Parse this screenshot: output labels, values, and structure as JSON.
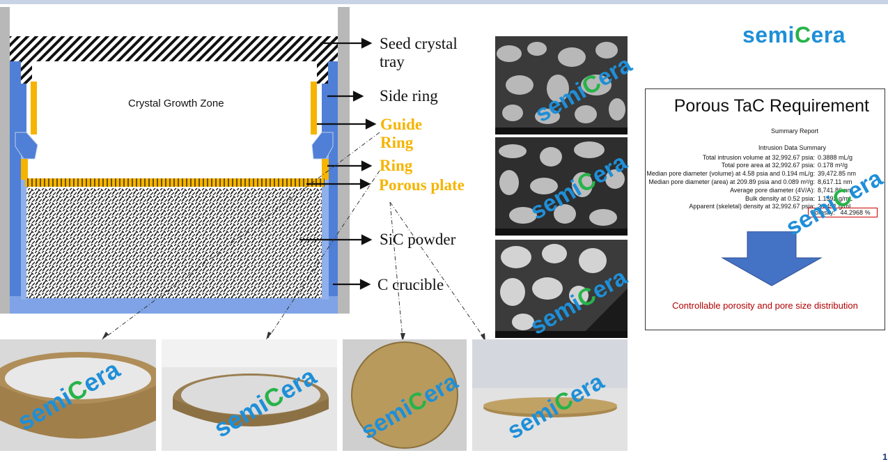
{
  "diagram": {
    "zone_label": "Crystal Growth Zone",
    "labels": [
      {
        "id": "seed",
        "text_line1": "Seed crystal",
        "text_line2": "tray"
      },
      {
        "id": "side_ring",
        "text": "Side ring"
      },
      {
        "id": "guide",
        "text_line1": "Guide",
        "text_line2": "Ring"
      },
      {
        "id": "ring",
        "text": "Ring"
      },
      {
        "id": "porous",
        "text": "Porous plate"
      },
      {
        "id": "sic",
        "text": "SiC powder"
      },
      {
        "id": "crucible",
        "text": "C crucible"
      }
    ]
  },
  "brand": {
    "logo_left": "semi",
    "logo_c": "C",
    "logo_right": "era",
    "watermark_left": "semi",
    "watermark_c": "C",
    "watermark_right": "era"
  },
  "report": {
    "title": "Porous TaC Requirement",
    "summary_report": "Summary Report",
    "section": "Intrusion Data Summary",
    "rows": [
      {
        "label": "Total intrusion volume at 32,992.67 psia:",
        "value": "0.3888 mL/g"
      },
      {
        "label": "Total pore area at 32,992.67 psia:",
        "value": "0.178 m²/g"
      },
      {
        "label": "Median pore diameter (volume) at 4.58 psia and 0.194 mL/g:",
        "value": "39,472.85 nm"
      },
      {
        "label": "Median pore diameter (area) at 209.89 psia and 0.089 m²/g:",
        "value": "8,617.11 nm"
      },
      {
        "label": "Average pore diameter (4V/A):",
        "value": "8,741.86 nm"
      },
      {
        "label": "Bulk density at 0.52 psia:",
        "value": "1.1392 g/mL"
      },
      {
        "label": "Apparent (skeletal) density at 32,992.67 psia:",
        "value": "2.0451 g/mL"
      }
    ],
    "porosity_label": "Porosity:",
    "porosity_value": "44.2968 %",
    "footer": "Controllable porosity and pore size distribution"
  },
  "page_number": "1",
  "colors": {
    "brand_blue": "#1e8fd8",
    "brand_green": "#27b34a",
    "orange": "#f5b400",
    "arrow_blue": "#4472c4",
    "crucible_blue": "#4f7fd6",
    "report_red": "#b00000"
  }
}
